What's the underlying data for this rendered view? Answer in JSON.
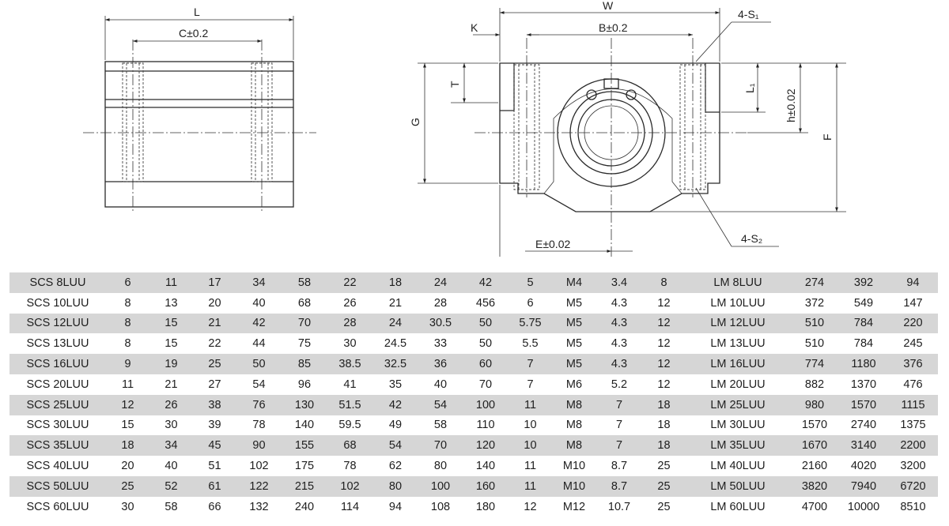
{
  "labels": {
    "L": "L",
    "C": "C±0.2",
    "W": "W",
    "K": "K",
    "B": "B±0.2",
    "S1": "4-S₁",
    "S2": "4-S₂",
    "T": "T",
    "G": "G",
    "L1": "L₁",
    "h": "h±0.02",
    "F": "F",
    "E": "E±0.02"
  },
  "table": {
    "rows": [
      [
        "SCS 8LUU",
        "6",
        "11",
        "17",
        "34",
        "58",
        "22",
        "18",
        "24",
        "42",
        "5",
        "M4",
        "3.4",
        "8",
        "LM 8LUU",
        "274",
        "392",
        "94"
      ],
      [
        "SCS 10LUU",
        "8",
        "13",
        "20",
        "40",
        "68",
        "26",
        "21",
        "28",
        "456",
        "6",
        "M5",
        "4.3",
        "12",
        "LM 10LUU",
        "372",
        "549",
        "147"
      ],
      [
        "SCS 12LUU",
        "8",
        "15",
        "21",
        "42",
        "70",
        "28",
        "24",
        "30.5",
        "50",
        "5.75",
        "M5",
        "4.3",
        "12",
        "LM 12LUU",
        "510",
        "784",
        "220"
      ],
      [
        "SCS 13LUU",
        "8",
        "15",
        "22",
        "44",
        "75",
        "30",
        "24.5",
        "33",
        "50",
        "5.5",
        "M5",
        "4.3",
        "12",
        "LM 13LUU",
        "510",
        "784",
        "245"
      ],
      [
        "SCS 16LUU",
        "9",
        "19",
        "25",
        "50",
        "85",
        "38.5",
        "32.5",
        "36",
        "60",
        "7",
        "M5",
        "4.3",
        "12",
        "LM 16LUU",
        "774",
        "1180",
        "376"
      ],
      [
        "SCS 20LUU",
        "11",
        "21",
        "27",
        "54",
        "96",
        "41",
        "35",
        "40",
        "70",
        "7",
        "M6",
        "5.2",
        "12",
        "LM 20LUU",
        "882",
        "1370",
        "476"
      ],
      [
        "SCS 25LUU",
        "12",
        "26",
        "38",
        "76",
        "130",
        "51.5",
        "42",
        "54",
        "100",
        "11",
        "M8",
        "7",
        "18",
        "LM 25LUU",
        "980",
        "1570",
        "1115"
      ],
      [
        "SCS 30LUU",
        "15",
        "30",
        "39",
        "78",
        "140",
        "59.5",
        "49",
        "58",
        "110",
        "10",
        "M8",
        "7",
        "18",
        "LM 30LUU",
        "1570",
        "2740",
        "1375"
      ],
      [
        "SCS 35LUU",
        "18",
        "34",
        "45",
        "90",
        "155",
        "68",
        "54",
        "70",
        "120",
        "10",
        "M8",
        "7",
        "18",
        "LM 35LUU",
        "1670",
        "3140",
        "2200"
      ],
      [
        "SCS 40LUU",
        "20",
        "40",
        "51",
        "102",
        "175",
        "78",
        "62",
        "80",
        "140",
        "11",
        "M10",
        "8.7",
        "25",
        "LM 40LUU",
        "2160",
        "4020",
        "3200"
      ],
      [
        "SCS 50LUU",
        "25",
        "52",
        "61",
        "122",
        "215",
        "102",
        "80",
        "100",
        "160",
        "11",
        "M10",
        "8.7",
        "25",
        "LM 50LUU",
        "3820",
        "7940",
        "6720"
      ],
      [
        "SCS 60LUU",
        "30",
        "58",
        "66",
        "132",
        "240",
        "114",
        "94",
        "108",
        "180",
        "12",
        "M12",
        "10.7",
        "25",
        "LM 60LUU",
        "4700",
        "10000",
        "8510"
      ]
    ]
  }
}
